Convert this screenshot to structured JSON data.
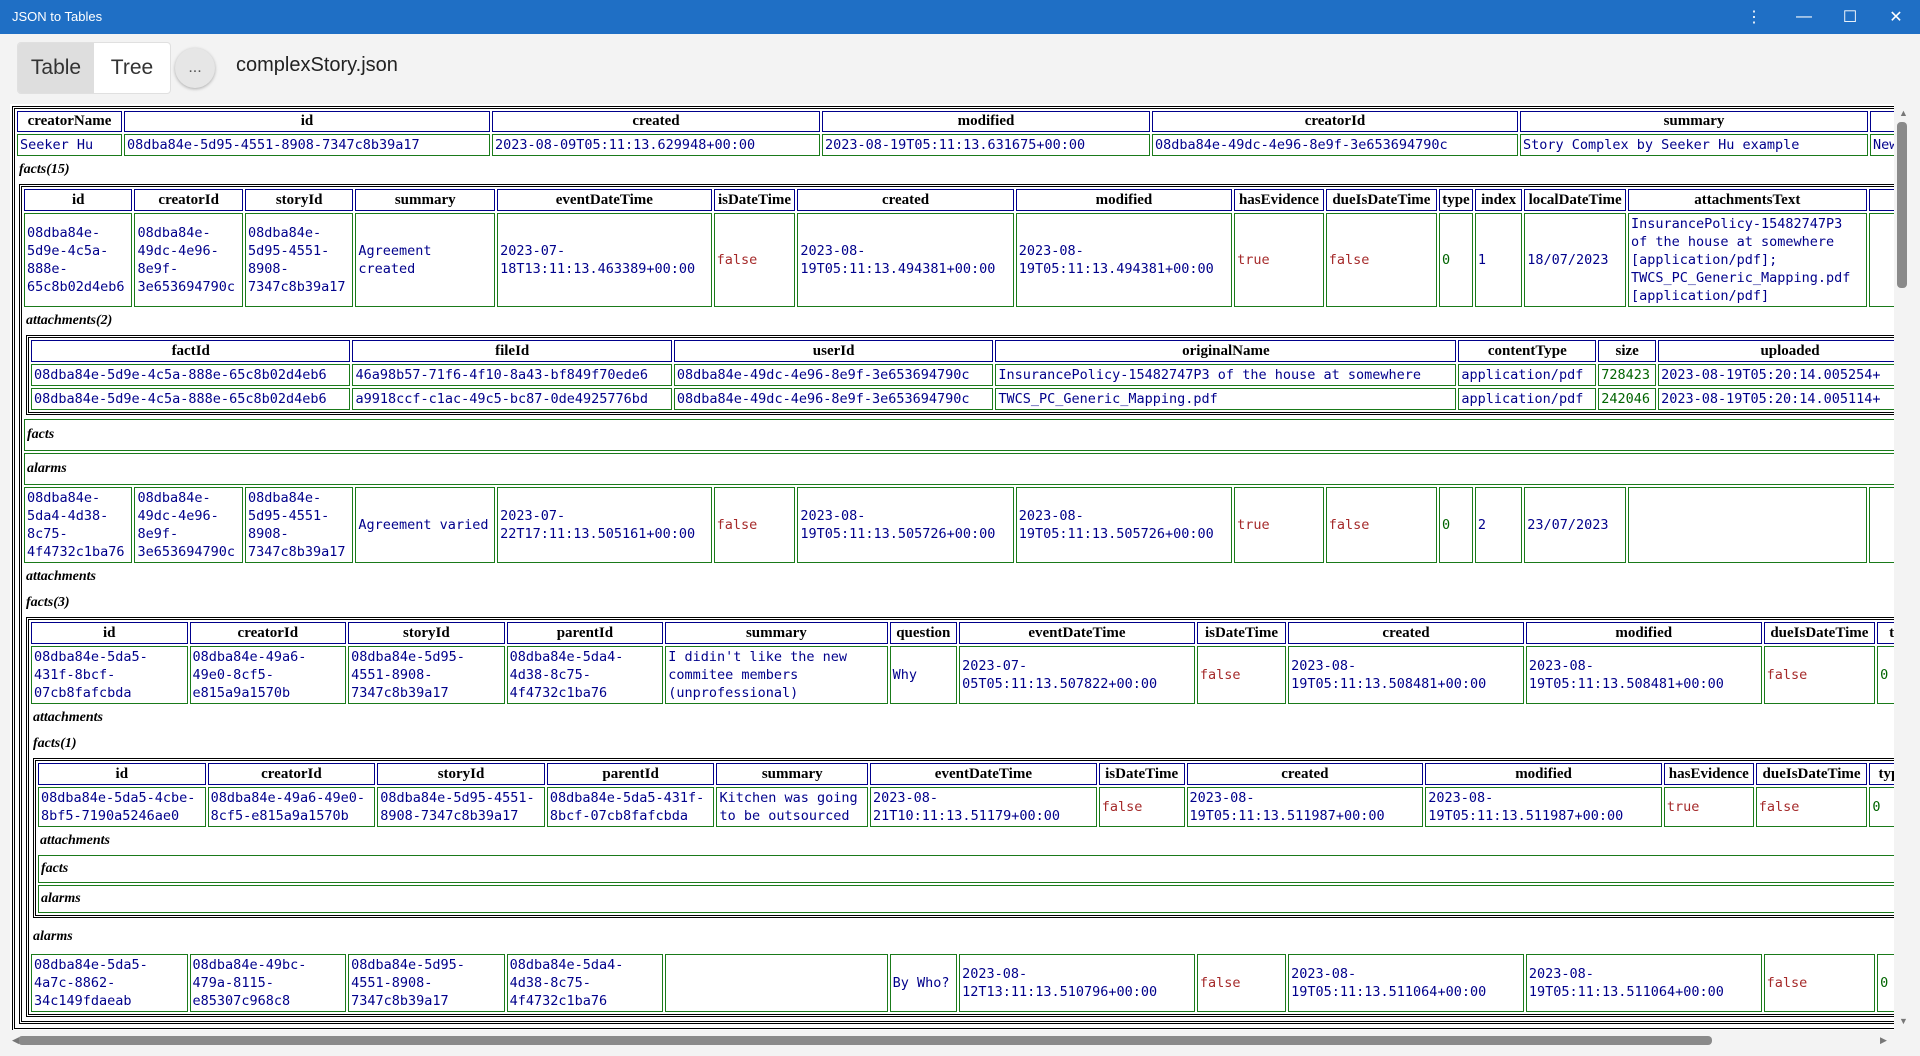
{
  "window": {
    "title": "JSON to Tables"
  },
  "toolbar": {
    "tab_table": "Table",
    "tab_tree": "Tree",
    "more_label": "...",
    "file_name": "complexStory.json"
  },
  "icons": {
    "menu": "more-vertical-icon",
    "minimize": "minimize-icon",
    "maximize": "maximize-icon",
    "close": "close-icon"
  },
  "root": {
    "headers": [
      "creatorName",
      "id",
      "created",
      "modified",
      "creatorId",
      "summary",
      ""
    ],
    "row": [
      "Seeker Hu",
      "08dba84e-5d95-4551-8908-7347c8b39a17",
      "2023-08-09T05:11:13.629948+00:00",
      "2023-08-19T05:11:13.631675+00:00",
      "08dba84e-49dc-4e96-8e9f-3e653694790c",
      "Story Complex by Seeker Hu example",
      "New"
    ]
  },
  "facts": {
    "label": "facts(15)",
    "headers": [
      "id",
      "creatorId",
      "storyId",
      "summary",
      "eventDateTime",
      "isDateTime",
      "created",
      "modified",
      "hasEvidence",
      "dueIsDateTime",
      "type",
      "index",
      "localDateTime",
      "attachmentsText",
      ""
    ],
    "row1": [
      "08dba84e-5d9e-4c5a-888e-65c8b02d4eb6",
      "08dba84e-49dc-4e96-8e9f-3e653694790c",
      "08dba84e-5d95-4551-8908-7347c8b39a17",
      "Agreement created",
      "2023-07-18T13:11:13.463389+00:00",
      "false",
      "2023-08-19T05:11:13.494381+00:00",
      "2023-08-19T05:11:13.494381+00:00",
      "true",
      "false",
      "0",
      "1",
      "18/07/2023",
      "InsurancePolicy-15482747P3 of the house at somewhere [application/pdf]; TWCS_PC_Generic_Mapping.pdf [application/pdf]"
    ],
    "attachments": {
      "label": "attachments(2)",
      "headers": [
        "factId",
        "fileId",
        "userId",
        "originalName",
        "contentType",
        "size",
        "uploaded"
      ],
      "rows": [
        [
          "08dba84e-5d9e-4c5a-888e-65c8b02d4eb6",
          "46a98b57-71f6-4f10-8a43-bf849f70ede6",
          "08dba84e-49dc-4e96-8e9f-3e653694790c",
          "InsurancePolicy-15482747P3 of the house at somewhere",
          "application/pdf",
          "728423",
          "2023-08-19T05:20:14.005254+"
        ],
        [
          "08dba84e-5d9e-4c5a-888e-65c8b02d4eb6",
          "a9918ccf-c1ac-49c5-bc87-0de4925776bd",
          "08dba84e-49dc-4e96-8e9f-3e653694790c",
          "TWCS_PC_Generic_Mapping.pdf",
          "application/pdf",
          "242046",
          "2023-08-19T05:20:14.005114+"
        ]
      ]
    },
    "sub_facts_label": "facts",
    "alarms_label": "alarms",
    "row2": [
      "08dba84e-5da4-4d38-8c75-4f4732c1ba76",
      "08dba84e-49dc-4e96-8e9f-3e653694790c",
      "08dba84e-5d95-4551-8908-7347c8b39a17",
      "Agreement varied",
      "2023-07-22T17:11:13.505161+00:00",
      "false",
      "2023-08-19T05:11:13.505726+00:00",
      "2023-08-19T05:11:13.505726+00:00",
      "true",
      "false",
      "0",
      "2",
      "23/07/2023",
      ""
    ],
    "row2_attachments_label": "attachments",
    "row2_facts_label": "facts(3)",
    "facts3": {
      "headers": [
        "id",
        "creatorId",
        "storyId",
        "parentId",
        "summary",
        "question",
        "eventDateTime",
        "isDateTime",
        "created",
        "modified",
        "dueIsDateTime",
        "typ"
      ],
      "row1": [
        "08dba84e-5da5-431f-8bcf-07cb8fafcbda",
        "08dba84e-49a6-49e0-8cf5-e815a9a1570b",
        "08dba84e-5d95-4551-8908-7347c8b39a17",
        "08dba84e-5da4-4d38-8c75-4f4732c1ba76",
        "I didin't like the new commitee members (unprofessional)",
        "Why",
        "2023-07-05T05:11:13.507822+00:00",
        "false",
        "2023-08-19T05:11:13.508481+00:00",
        "2023-08-19T05:11:13.508481+00:00",
        "false",
        "0"
      ],
      "attachments_label": "attachments",
      "facts1": {
        "label": "facts(1)",
        "headers": [
          "id",
          "creatorId",
          "storyId",
          "parentId",
          "summary",
          "eventDateTime",
          "isDateTime",
          "created",
          "modified",
          "hasEvidence",
          "dueIsDateTime",
          "type"
        ],
        "row": [
          "08dba84e-5da5-4cbe-8bf5-7190a5246ae0",
          "08dba84e-49a6-49e0-8cf5-e815a9a1570b",
          "08dba84e-5d95-4551-8908-7347c8b39a17",
          "08dba84e-5da5-431f-8bcf-07cb8fafcbda",
          "Kitchen was going to be outsourced",
          "2023-08-21T10:11:13.51179+00:00",
          "false",
          "2023-08-19T05:11:13.511987+00:00",
          "2023-08-19T05:11:13.511987+00:00",
          "true",
          "false",
          "0"
        ],
        "attachments_label": "attachments",
        "facts_label": "facts",
        "alarms_label": "alarms"
      },
      "alarms_label": "alarms",
      "row2": [
        "08dba84e-5da5-4a7c-8862-34c149fdaeab",
        "08dba84e-49bc-479a-8115-e85307c968c8",
        "08dba84e-5d95-4551-8908-7347c8b39a17",
        "08dba84e-5da4-4d38-8c75-4f4732c1ba76",
        "",
        "By Who?",
        "2023-08-12T13:11:13.510796+00:00",
        "false",
        "2023-08-19T05:11:13.511064+00:00",
        "2023-08-19T05:11:13.511064+00:00",
        "false",
        "0"
      ]
    }
  },
  "scroll": {
    "horizontal_position": 0.0,
    "vertical_position": 0.0
  }
}
